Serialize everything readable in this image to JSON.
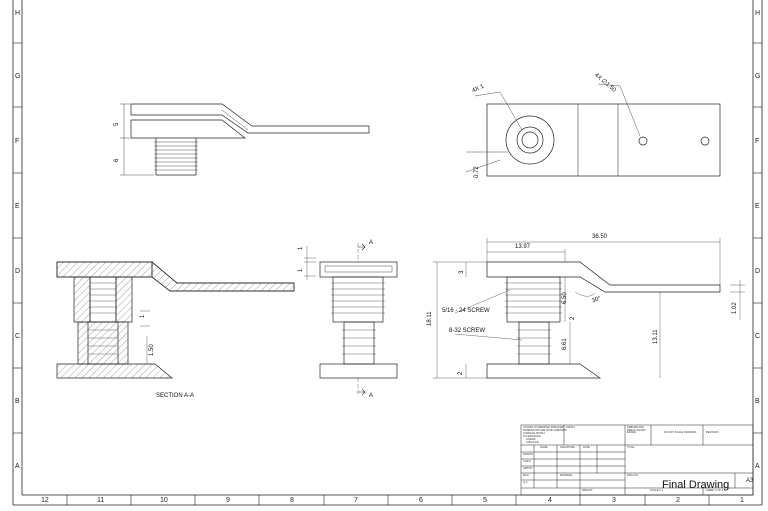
{
  "zones": {
    "columns": [
      "12",
      "11",
      "10",
      "9",
      "8",
      "7",
      "6",
      "5",
      "4",
      "3",
      "2",
      "1"
    ],
    "rows": [
      "H",
      "G",
      "F",
      "E",
      "D",
      "C",
      "B",
      "A"
    ]
  },
  "dims": {
    "width_36_50": "36.50",
    "width_13_97": "13.97",
    "h_3": "3",
    "h_5": "5",
    "h_6": "6",
    "h_18_11": "18.11",
    "h_6_50": "6.50",
    "h_6_61": "6.61",
    "h_13_11": "13.11",
    "h_1_02": "1.02",
    "h_2": "2",
    "h_2_small": "2",
    "h_1_a": "1",
    "h_1_b": "1",
    "h_1_c": "1",
    "h_1_50": "1.50",
    "angle_30": "30°",
    "hole_4x1": "4X 1",
    "hole_4x_thru": "4X ∅1.50",
    "h_0_72": "0.72",
    "screw_top": "5/16 - 24 SCREW",
    "screw_bottom": "8-32 SCREW"
  },
  "section": {
    "letter_top": "A",
    "letter_bottom": "A",
    "label": "SECTION A-A"
  },
  "title_block": {
    "notes": [
      "UNLESS OTHERWISE SPECIFIED:",
      "DIMENSIONS ARE IN MILLIMETERS",
      "SURFACE FINISH:",
      "TOLERANCES:",
      "LINEAR:",
      "ANGULAR:"
    ],
    "finish": "FINISH:",
    "deburr": "DEBURR AND BREAK SHARP EDGES",
    "no_scale": "DO NOT SCALE DRAWING",
    "revision": "REVISION",
    "col_name": "NAME",
    "col_signature": "SIGNATURE",
    "col_date": "DATE",
    "rows": [
      "DRAWN",
      "CHK'D",
      "APPV'D",
      "MFG",
      "Q.A"
    ],
    "material": "MATERIAL:",
    "weight": "WEIGHT:",
    "title_caption": "TITLE:",
    "dwg_caption": "DWG NO.",
    "title": "Final Drawing",
    "size": "A3",
    "scale": "SCALE:1:1",
    "sheet": "SHEET 1 OF 1"
  }
}
